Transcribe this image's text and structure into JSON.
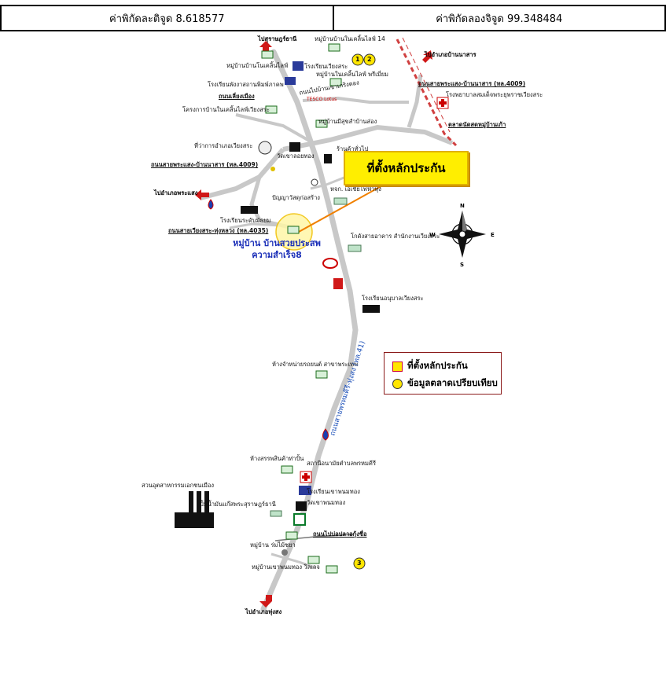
{
  "coordinates": {
    "latitude_label": "ค่าพิกัดละติจูด 8.618577",
    "longitude_label": "ค่าพิกัดลองจิจูด 99.348484"
  },
  "callout": {
    "text": "ที่ตั้งหลักประกัน"
  },
  "village_label": {
    "line1": "หมู่บ้าน บ้านสวยประสพ",
    "line2": "ความสำเร็จ8"
  },
  "legend": {
    "property_location": "ที่ตั้งหลักประกัน",
    "comparable_data": "ข้อมูลตลาดเปรียบเทียบ"
  },
  "comparable_markers": [
    "1",
    "2",
    "3"
  ],
  "compass": {
    "n": "N",
    "s": "S",
    "e": "E",
    "w": "W"
  },
  "road_name_main": "ถนนสายพรหมคีรี-ทุ่งสง (ทล.41)",
  "labels": {
    "to_surat": "ไปสุราษฎร์ธานี",
    "to_ban_na": "ไปอำเภอบ้านนาสาร",
    "to_phrasaeng": "ไปอำเภอพระแสง",
    "to_thungsong": "ไปอำเภอทุ่งสง",
    "road_ban_na": "ถนนสายพระแสง-บ้านนาสาร (ทล.4009)",
    "road_phrasaeng": "ถนนสายพระแสง-บ้านนาสาร (ทล.4009)",
    "road_tha_khun": "ถนนสายเวียงสระ-ทุ่งหลวง (ทล.4035)",
    "road_bypass": "ถนนเลี่ยงเมือง",
    "road_ban_pa": "ถนนไปบ้านเขาเกริงตอง",
    "road_to_village": "ถนนไปบ่อปลาอกุ้งชื่อ"
  },
  "places": {
    "v_top1": "หมู่บ้านบ้านในเคลิ้นไลฟ์ 14",
    "v_top2": "หมู่บ้านบ้านโนเคลิ้นไลฟ์",
    "school_top": "โรงเรียนเวียงสระ",
    "v_top3": "หมู่บ้านในเคลิ้นไลฟ์ พรีเมี่ยม",
    "school2": "โรงเรียนพังงาสถานพิมพ์ภาคพ",
    "tesco": "TESCO Lotus",
    "project1": "โครงการบ้านในเคลิ้นไลฟ์เวียงสระ",
    "v_mid": "หมู่บ้านมีสุขสำบ้านส่อง",
    "hospital": "โรงพยาบาลสมเด็จพระยุพราชเวียงสระ",
    "market": "ตลาดนัดสดหมู่บ้านเก้า",
    "district_office": "ที่ว่าการอำเภอเวียงสระ",
    "temple": "วัดเขาลอยทอง",
    "dealer": "ร้านค้าทั่วไป",
    "hardware": "ปัญญาวัสดุก่อสร้าง",
    "school3": "โรงเรียนระดับมัธยม",
    "shop_group": "หจก. เอเชียไฟฟ้าทุ่ง",
    "warehouse": "โกดังสายอาคาร สำนักงานเวียงสระ",
    "school4": "โรงเรียนอนุบาลเวียงสระ",
    "car_dealer": "ห้างจำหน่ายรถยนต์ สาขาพระเทพ",
    "clinic": "สถานีอนามัยตำบลพรหมคีรี",
    "hospital2": "ห้างสรรพสินค้าท่าปั้น",
    "school5": "โรงเรียนเขาพนมทอง",
    "temple2": "วัดเขาพนมทอง",
    "factory": "สวนอุตสาหกรรมเอกชนเมือง",
    "fuel": "ปั้มน้ำมันแก๊สพระสุราษฎร์ธานี",
    "v_bottom1": "หมู่บ้าน ร่มไม้ชยา",
    "v_bottom2": "หมู่บ้านเขาพนมทอง วิลเลจ"
  },
  "colors": {
    "road": "#c8c8c8",
    "railway": "#d04040",
    "callout_fill": "#ffee00",
    "village_text": "#1b2fb8",
    "arrow": "#d01818"
  }
}
